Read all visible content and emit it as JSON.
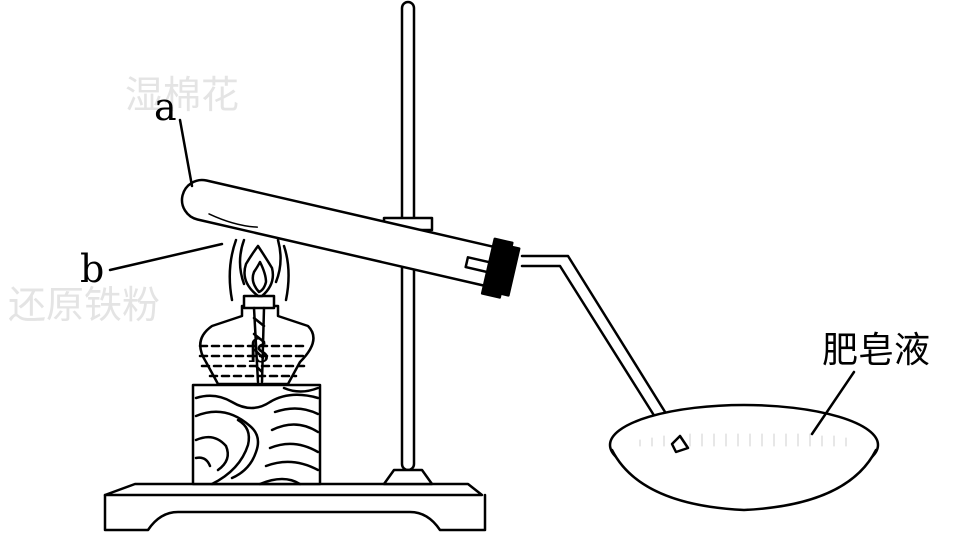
{
  "labels": {
    "a": "a",
    "b": "b",
    "soap": "肥皂液"
  },
  "watermarks": {
    "cotton": "湿棉花",
    "iron": "还原铁粉"
  }
}
